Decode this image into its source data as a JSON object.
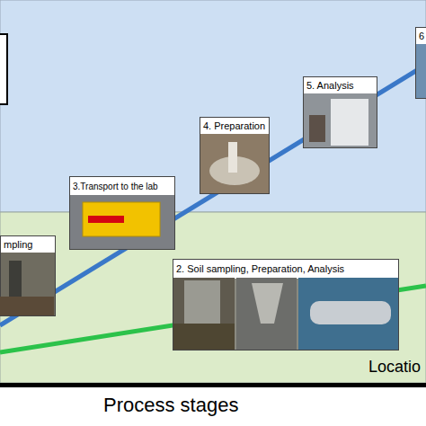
{
  "diagram": {
    "nodes": [
      {
        "text": [
          "mpling"
        ]
      },
      {
        "text": [
          "3.Transport to the lab"
        ]
      },
      {
        "text": [
          "4. Preparation"
        ]
      },
      {
        "text": [
          "5. Analysis"
        ]
      },
      {
        "text": [
          "6"
        ]
      },
      {
        "text": [
          "2. Soil sampling, Preparation, Analysis"
        ]
      }
    ],
    "labels": [
      "Locatio",
      "Process stages"
    ]
  }
}
